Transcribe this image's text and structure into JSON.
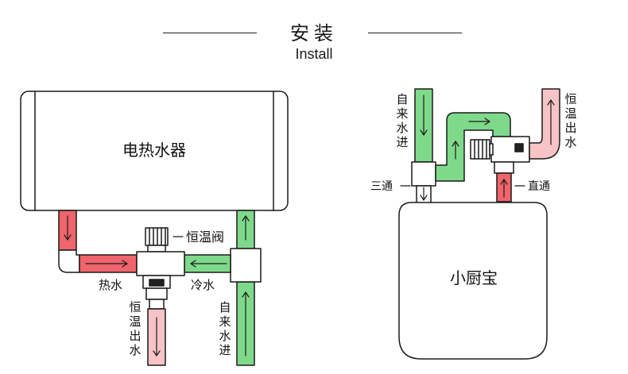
{
  "header": {
    "title": "安装",
    "subtitle": "Install"
  },
  "left": {
    "heater_label": "电热水器",
    "valve_label": "恒温阀",
    "hot_label": "热水",
    "cold_label": "冷水",
    "outlet_label": [
      "恒",
      "温",
      "出",
      "水"
    ],
    "inlet_label": [
      "自",
      "来",
      "水",
      "进"
    ]
  },
  "right": {
    "kitchen_label": "小厨宝",
    "inlet_label": [
      "自",
      "来",
      "水",
      "进"
    ],
    "outlet_label": [
      "恒",
      "温",
      "出",
      "水"
    ],
    "tee_label": "三通",
    "straight_label": "直通"
  },
  "colors": {
    "hot": "#f0646b",
    "hot_light": "#f6c3c6",
    "cold": "#7ed98a",
    "outline": "#1a1a1a"
  }
}
